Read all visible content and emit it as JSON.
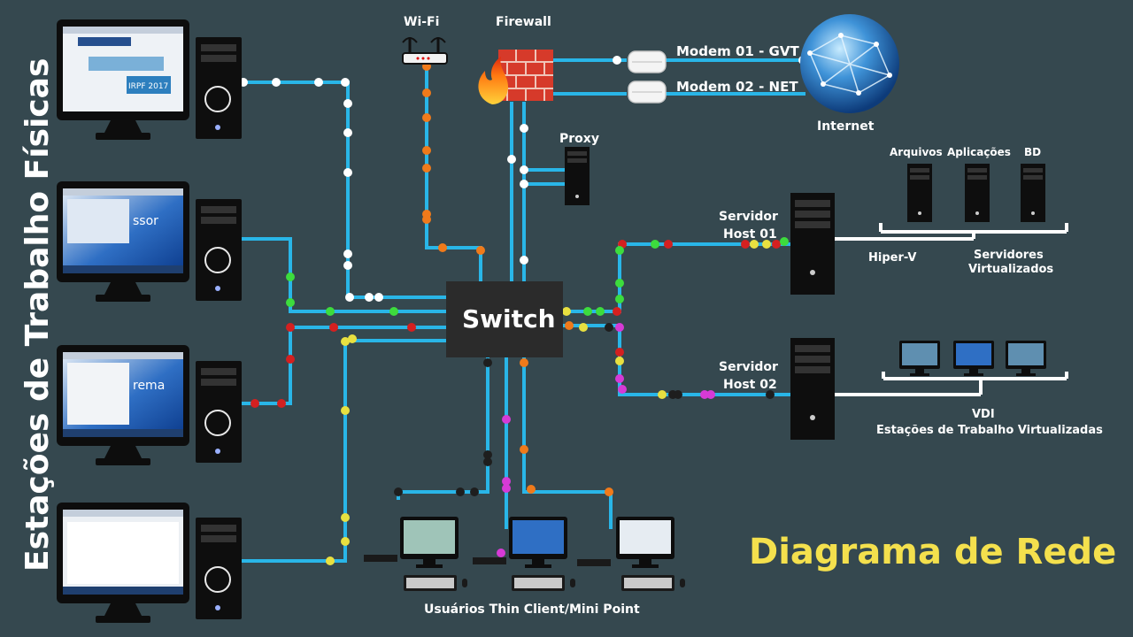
{
  "title": "Diagrama de Rede",
  "side_title": "Estações de Trabalho Físicas",
  "switch_label": "Switch",
  "nodes": {
    "wifi": "Wi-Fi",
    "firewall": "Firewall",
    "modem1": "Modem 01 - GVT",
    "modem2": "Modem 02 - NET",
    "internet": "Internet",
    "proxy": "Proxy",
    "server1_line1": "Servidor",
    "server1_line2": "Host 01",
    "server2_line1": "Servidor",
    "server2_line2": "Host 02",
    "hyperv": "Hiper-V",
    "vm_arquivos": "Arquivos",
    "vm_aplicacoes": "Aplicações",
    "vm_bd": "BD",
    "servers_virt_line1": "Servidores",
    "servers_virt_line2": "Virtualizados",
    "vdi": "VDI",
    "vdi_desc": "Estações de Trabalho Virtualizadas",
    "thin_clients": "Usuários Thin Client/Mini Point"
  },
  "screens": {
    "ws1_banner": "IRPF 2017",
    "ws2_text": "ssor",
    "ws3_text": "rema"
  },
  "colors": {
    "background": "#35484f",
    "cable": "#29b6e8",
    "title": "#f4e04d",
    "switch": "#2b2b2b",
    "dot_white": "#ffffff",
    "dot_orange": "#f07a1a",
    "dot_red": "#d42020",
    "dot_green": "#3ddc3d",
    "dot_yellow": "#e8e040",
    "dot_magenta": "#d63ad6",
    "dot_black": "#1e1e1e"
  }
}
